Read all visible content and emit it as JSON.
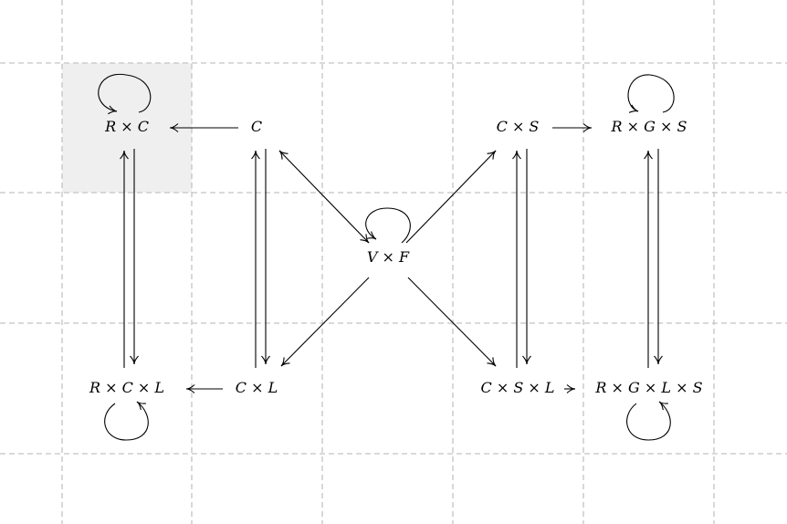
{
  "diagram": {
    "nodes": [
      {
        "id": "RC",
        "label": "R × C",
        "highlighted": true
      },
      {
        "id": "C",
        "label": "C"
      },
      {
        "id": "CS",
        "label": "C × S"
      },
      {
        "id": "RGS",
        "label": "R × G × S"
      },
      {
        "id": "VF",
        "label": "V × F"
      },
      {
        "id": "RCL",
        "label": "R × C × L"
      },
      {
        "id": "CL",
        "label": "C × L"
      },
      {
        "id": "CSL",
        "label": "C × S × L"
      },
      {
        "id": "RGLS",
        "label": "R × G × L × S"
      }
    ],
    "edges": [
      {
        "from": "C",
        "to": "RC",
        "style": "single"
      },
      {
        "from": "CS",
        "to": "RGS",
        "style": "single"
      },
      {
        "from": "CL",
        "to": "RCL",
        "style": "single"
      },
      {
        "from": "CSL",
        "to": "RGLS",
        "style": "single"
      },
      {
        "from": "VF",
        "to": "C",
        "style": "single",
        "bidirectional": true
      },
      {
        "from": "VF",
        "to": "CS",
        "style": "single"
      },
      {
        "from": "VF",
        "to": "CL",
        "style": "single"
      },
      {
        "from": "VF",
        "to": "CSL",
        "style": "single"
      },
      {
        "from": "RC",
        "to": "RCL",
        "style": "double-bidirectional"
      },
      {
        "from": "C",
        "to": "CL",
        "style": "double-bidirectional"
      },
      {
        "from": "CS",
        "to": "CSL",
        "style": "double-bidirectional"
      },
      {
        "from": "RGS",
        "to": "RGLS",
        "style": "double-bidirectional"
      }
    ],
    "loops": [
      "RC",
      "RGS",
      "VF",
      "RCL",
      "RGLS"
    ],
    "background": "grid",
    "colors": {
      "grid": "#c4c4c4",
      "highlight": "#efefef",
      "ink": "#000000"
    }
  }
}
